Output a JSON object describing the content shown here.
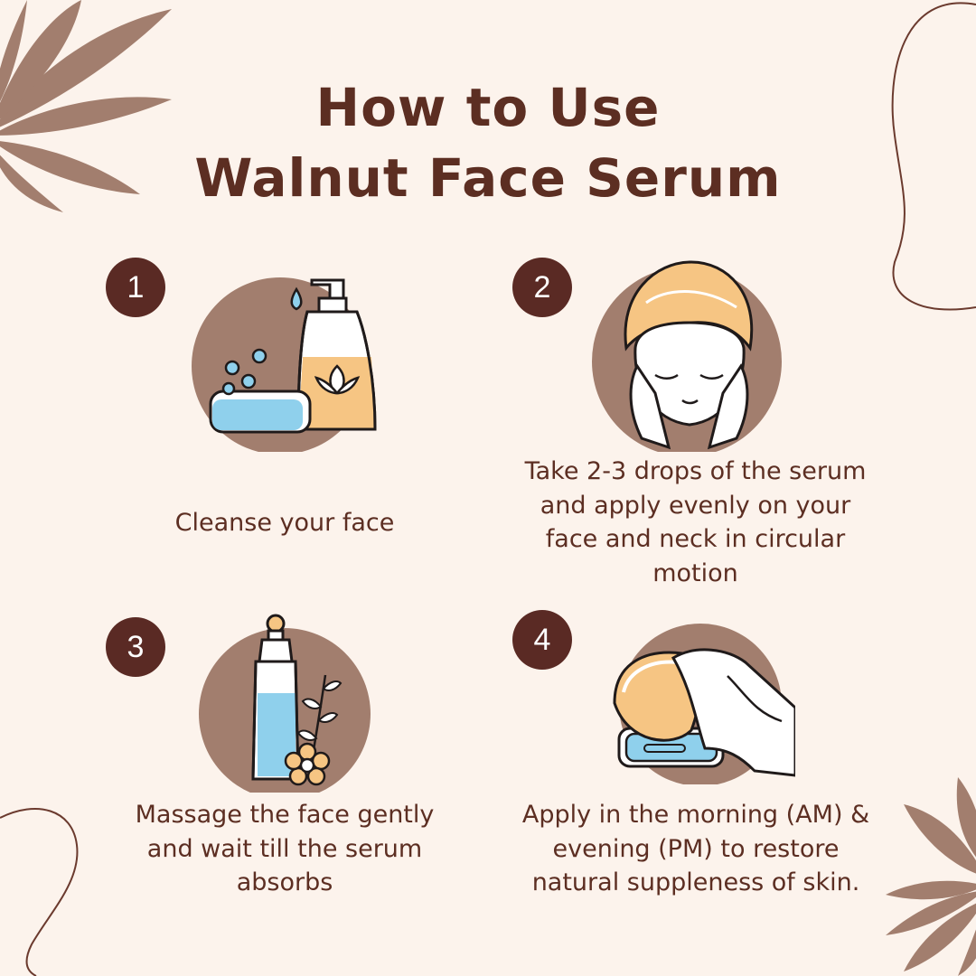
{
  "title": {
    "line1": "How to Use",
    "line2": "Walnut Face Serum"
  },
  "steps": [
    {
      "number": "1",
      "text": "Cleanse your face",
      "icon": "soap-and-cleanser-bottle-icon"
    },
    {
      "number": "2",
      "text": "Take 2-3 drops of the serum and apply evenly on your face and neck in circular motion",
      "icon": "woman-applying-serum-icon"
    },
    {
      "number": "3",
      "text": "Massage the face gently and wait till the serum absorbs",
      "icon": "serum-bottle-with-flower-icon"
    },
    {
      "number": "4",
      "text": "Apply in the morning (AM) & evening (PM) to restore natural suppleness of skin.",
      "icon": "hand-with-sponge-icon"
    }
  ],
  "colors": {
    "background": "#fcf3ec",
    "accent_dark": "#5a2a24",
    "blob": "#a27e6e",
    "leaf": "#a27e6e",
    "liquid_orange": "#f6c583",
    "liquid_blue": "#8fd0ec"
  }
}
